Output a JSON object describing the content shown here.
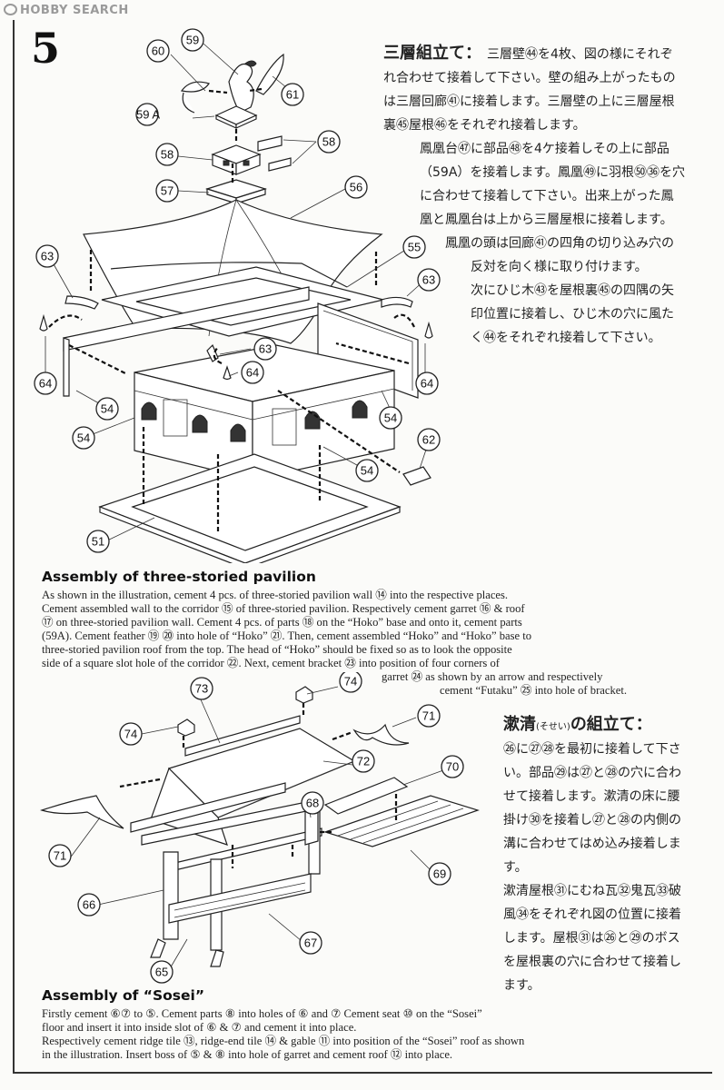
{
  "watermark": {
    "text": "HOBBY SEARCH"
  },
  "step": {
    "number": "5"
  },
  "pavilion": {
    "jp": {
      "title": "三層組立て：",
      "lines": [
        "三層壁㊹を4枚、図の様にそれぞ",
        "れ合わせて接着して下さい。壁の組み上がったもの",
        "は三層回廊㊶に接着します。三層壁の上に三層屋根",
        "裏㊺屋根㊻をそれぞれ接着します。",
        "鳳凰台㊼に部品㊽を4ケ接着しその上に部品",
        "（59A）を接着します。鳳凰㊾に羽根㊿㊱を穴",
        "に合わせて接着して下さい。出来上がった鳳",
        "凰と鳳凰台は上から三層屋根に接着します。",
        "鳳凰の頭は回廊㊶の四角の切り込み穴の",
        "反対を向く様に取り付けます。",
        "次にひじ木㊸を屋根裏㊺の四隅の矢",
        "印位置に接着し、ひじ木の穴に風た",
        "く㊹をそれぞれ接着して下さい。"
      ]
    },
    "en": {
      "title": "Assembly of  three-storied pavilion",
      "lines": [
        "As shown in the illustration, cement 4 pcs. of three-storied pavilion wall ⑭ into the respective places.",
        "Cement assembled wall to the corridor ⑮ of three-storied pavilion. Respectively cement garret ⑯ & roof",
        "⑰ on three-storied pavilion wall. Cement 4 pcs. of parts ⑱ on the “Hoko” base and onto it, cement parts",
        "(59A). Cement feather ⑲ ⑳ into hole of “Hoko” ㉑. Then, cement assembled “Hoko” and “Hoko” base to",
        "three-storied pavilion roof from the top.   The head of “Hoko” should be fixed so as to look the opposite",
        "side of a square slot hole of the corridor ㉒.        Next, cement bracket ㉓ into position of four corners of",
        "garret ㉔ as shown by an arrow and respectively",
        "cement “Futaku” ㉕ into hole of bracket."
      ]
    },
    "callouts": [
      "60",
      "59",
      "61",
      "59 A",
      "58",
      "58",
      "57",
      "56",
      "55",
      "63",
      "63",
      "63",
      "64",
      "64",
      "64",
      "54",
      "54",
      "54",
      "54",
      "62",
      "51"
    ]
  },
  "sosei": {
    "jp": {
      "title": "漱清",
      "ruby": "(そせい)",
      "title_suffix": "の組立て：",
      "lines": [
        "㉖に㉗㉘を最初に接着して下さ",
        "い。部品㉙は㉗と㉘の穴に合わ",
        "せて接着します。漱清の床に腰",
        "掛け㉚を接着し㉗と㉘の内側の",
        "溝に合わせてはめ込み接着しま",
        "す。",
        "漱清屋根㉛にむね瓦㉜鬼瓦㉝破",
        "風㉞をそれぞれ図の位置に接着",
        "します。屋根㉛は㉖と㉙のボス",
        "を屋根裏の穴に合わせて接着し",
        "ます。"
      ]
    },
    "en": {
      "title": "Assembly of “Sosei”",
      "lines": [
        "Firstly cement ⑥⑦ to ⑤.   Cement parts ⑧ into holes of ⑥ and ⑦       Cement seat ⑩ on the “Sosei”",
        "floor and insert it into inside slot of ⑥ & ⑦ and cement it into place.",
        "Respectively cement ridge tile ⑬, ridge-end tile ⑭ & gable ⑪ into position of the “Sosei” roof as shown",
        "in the illustration.  Insert boss of ⑤ & ⑧ into hole of garret and cement roof ⑫ into place."
      ]
    },
    "callouts": [
      "73",
      "74",
      "74",
      "71",
      "72",
      "70",
      "68",
      "71",
      "69",
      "66",
      "67",
      "65"
    ]
  }
}
